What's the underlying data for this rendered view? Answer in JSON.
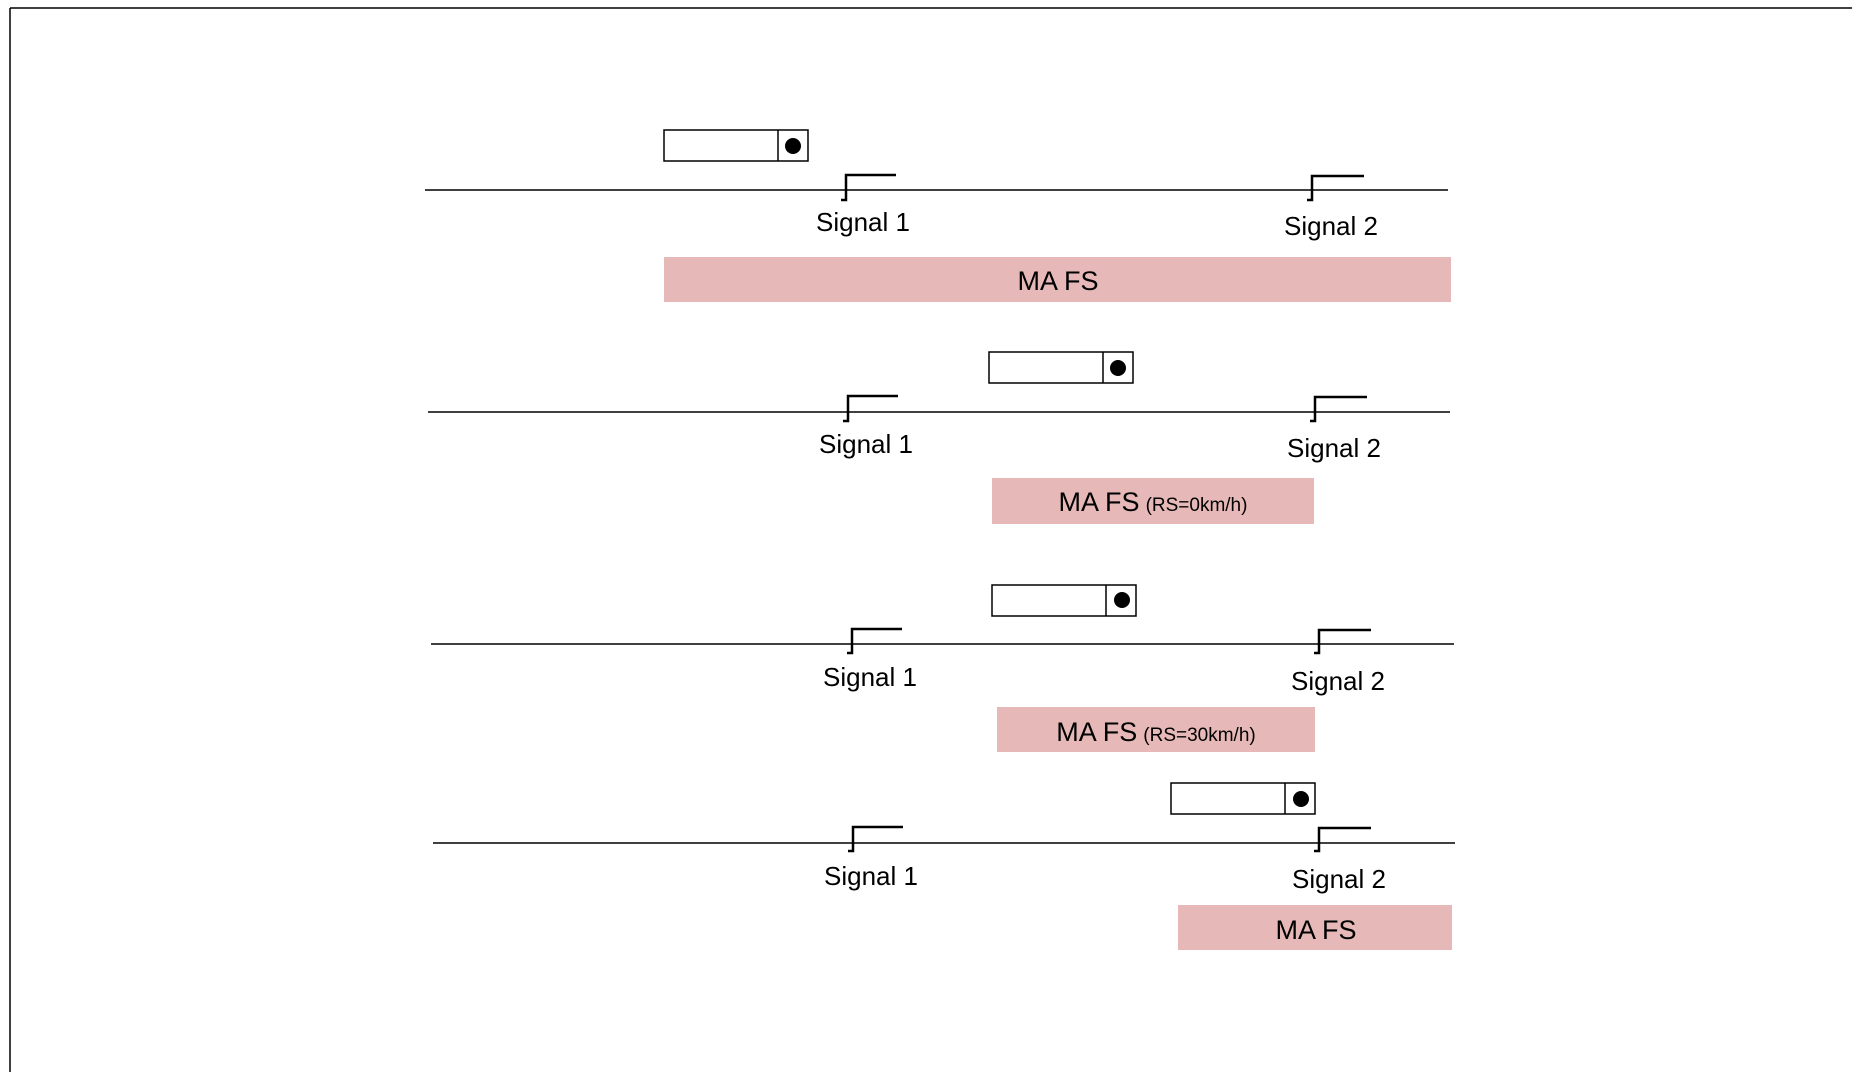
{
  "colors": {
    "movement_authority_fill": "#e6b9b8",
    "track_line": "#000000",
    "frame_border": "#000000",
    "background": "#ffffff"
  },
  "icons": {
    "train": "train-icon",
    "signal": "signal-icon"
  },
  "scenarios": [
    {
      "signals": [
        {
          "label": "Signal 1"
        },
        {
          "label": "Signal 2"
        }
      ],
      "ma_label": "MA FS",
      "ma_suffix": ""
    },
    {
      "signals": [
        {
          "label": "Signal 1"
        },
        {
          "label": "Signal 2"
        }
      ],
      "ma_label": "MA FS",
      "ma_suffix": "(RS=0km/h)"
    },
    {
      "signals": [
        {
          "label": "Signal 1"
        },
        {
          "label": "Signal 2"
        }
      ],
      "ma_label": "MA FS",
      "ma_suffix": "(RS=30km/h)"
    },
    {
      "signals": [
        {
          "label": "Signal 1"
        },
        {
          "label": "Signal 2"
        }
      ],
      "ma_label": "MA FS",
      "ma_suffix": ""
    }
  ]
}
